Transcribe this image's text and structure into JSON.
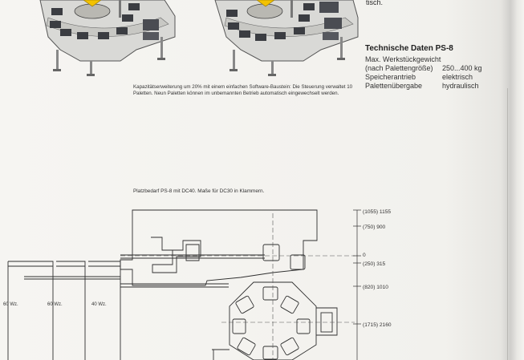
{
  "header_fragment": "tisch.",
  "specs": {
    "title": "Technische Daten PS-8",
    "rows": [
      {
        "label": "Max. Werkstückgewicht",
        "value": ""
      },
      {
        "label": "(nach Palettengröße)",
        "value": "250...400 kg"
      },
      {
        "label": "Speicherantrieb",
        "value": "elektrisch"
      },
      {
        "label": "Palettenübergabe",
        "value": "hydraulisch"
      }
    ]
  },
  "photo_caption": "Kapazitätserweiterung um 20% mit einem einfachen Software-Baustein: Die Steuerung verwaltet 10 Paletten. Neun Paletten können im unbemannten Betrieb automatisch eingewechselt werden.",
  "plan_caption": "Platzbedarf PS-8 mit DC40. Maße für DC30 in Klammern.",
  "dimensions": {
    "d1": "(1055) 1155",
    "d2": "(750) 900",
    "d3": "0",
    "d4": "(250) 315",
    "d5": "(820) 1010",
    "d6": "(1715) 2160"
  },
  "tool_labels": [
    "60 Wz.",
    "60 Wz.",
    "40 Wz."
  ]
}
